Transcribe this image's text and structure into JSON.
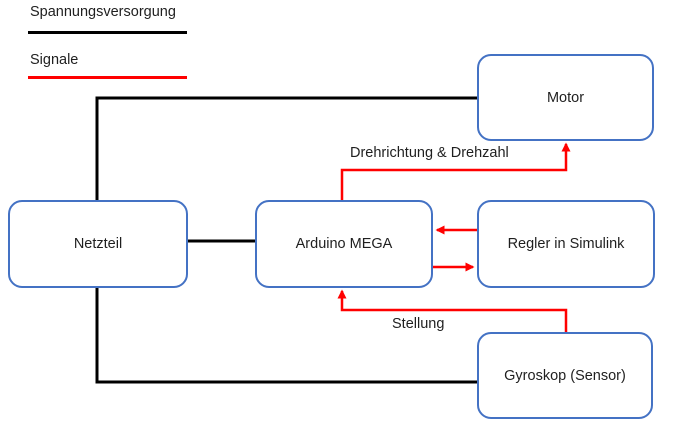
{
  "diagram": {
    "legend": {
      "items": [
        {
          "label": "Spannungsversorgung",
          "color": "#000000"
        },
        {
          "label": "Signale",
          "color": "#ff0000"
        }
      ]
    },
    "colors": {
      "box_border": "#4472c4",
      "box_fill": "#ffffff",
      "power_line": "#000000",
      "signal_line": "#ff0000",
      "text": "#1f1f1f",
      "background": "#ffffff"
    },
    "nodes": [
      {
        "id": "netzteil",
        "label": "Netzteil"
      },
      {
        "id": "arduino-mega",
        "label": "Arduino MEGA"
      },
      {
        "id": "motor",
        "label": "Motor"
      },
      {
        "id": "regler-simulink",
        "label": "Regler in Simulink"
      },
      {
        "id": "gyroskop-sensor",
        "label": "Gyroskop (Sensor)"
      }
    ],
    "edges": [
      {
        "from": "netzteil",
        "to": "motor",
        "type": "power"
      },
      {
        "from": "netzteil",
        "to": "arduino-mega",
        "type": "power"
      },
      {
        "from": "netzteil",
        "to": "gyroskop-sensor",
        "type": "power"
      },
      {
        "from": "arduino-mega",
        "to": "motor",
        "type": "signal",
        "label": "Drehrichtung & Drehzahl"
      },
      {
        "from": "regler-simulink",
        "to": "arduino-mega",
        "type": "signal"
      },
      {
        "from": "arduino-mega",
        "to": "regler-simulink",
        "type": "signal"
      },
      {
        "from": "gyroskop-sensor",
        "to": "arduino-mega",
        "type": "signal",
        "label": "Stellung"
      }
    ]
  }
}
